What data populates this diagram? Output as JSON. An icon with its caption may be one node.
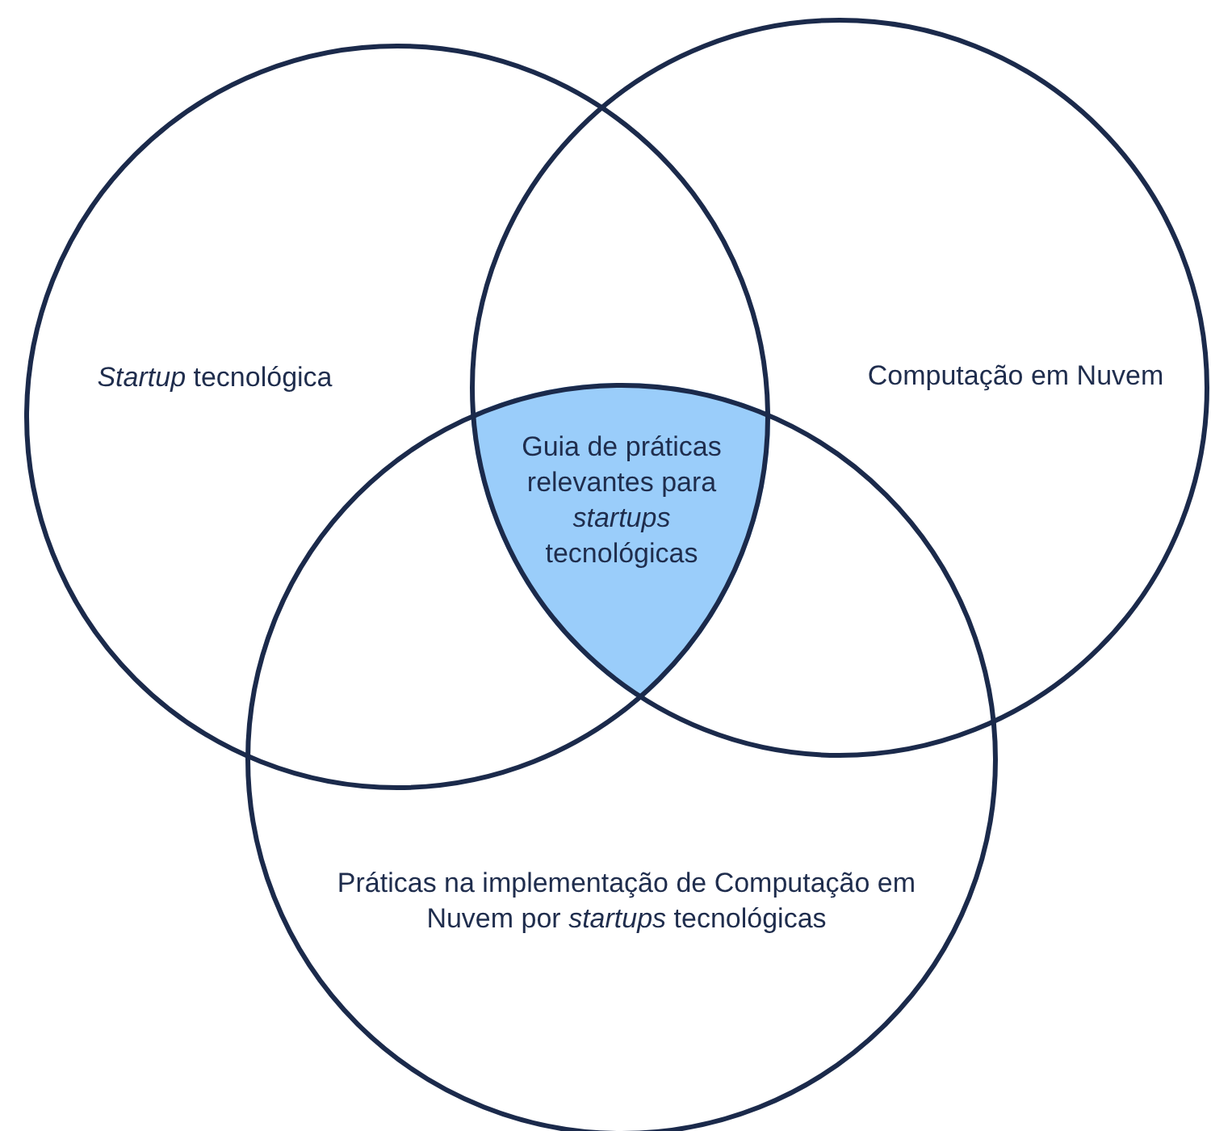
{
  "diagram": {
    "nodes": [
      {
        "text": [
          "*Startup* tecnológica"
        ]
      },
      {
        "text": [
          "Computação em Nuvem"
        ]
      },
      {
        "text": [
          "Guia de práticas relevantes para *startups* tecnológicas"
        ]
      },
      {
        "text": [
          "Práticas na implementação de Computação em Nuvem por *startups* tecnológicas"
        ]
      }
    ]
  }
}
